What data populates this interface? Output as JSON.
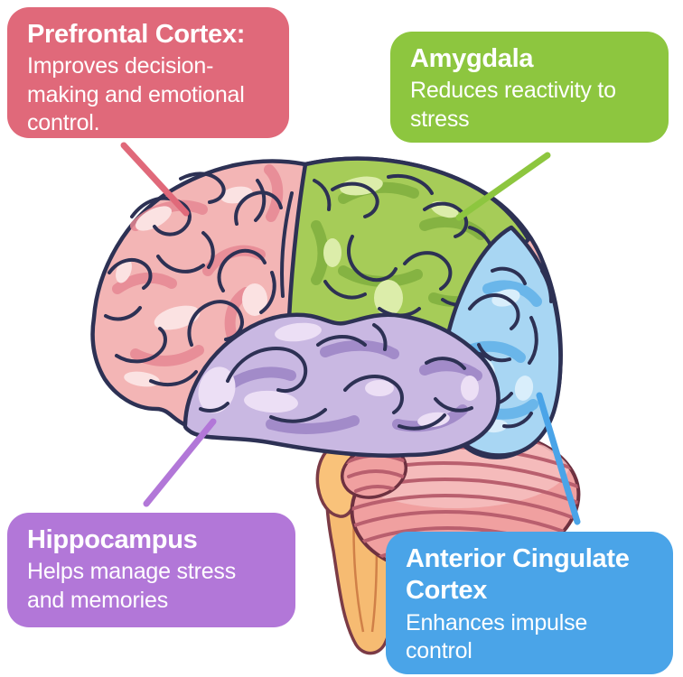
{
  "background": "#ffffff",
  "cards": [
    {
      "id": "prefrontal-cortex",
      "title": "Prefrontal Cortex:",
      "body": "Improves decision-making and emotional control.",
      "color": "#e0697a"
    },
    {
      "id": "amygdala",
      "title": "Amygdala",
      "body": "Reduces reactivity to stress",
      "color": "#8dc63f"
    },
    {
      "id": "hippocampus",
      "title": "Hippocampus",
      "body": "Helps manage stress and memories",
      "color": "#b277d8"
    },
    {
      "id": "anterior-cingulate-cortex",
      "title": "Anterior Cingulate Cortex",
      "body": "Enhances impulse control",
      "color": "#4aa4e8"
    }
  ],
  "brain": {
    "outline_color": "#2d3154",
    "regions": {
      "frontal": {
        "name": "frontal-lobe",
        "color": "#f3b5b5"
      },
      "parietal": {
        "name": "parietal-lobe",
        "color": "#a6cc58"
      },
      "occipital": {
        "name": "occipital-lobe",
        "color": "#a8d6f3"
      },
      "temporal": {
        "name": "temporal-lobe",
        "color": "#c9b8e2"
      },
      "cerebellum": {
        "name": "cerebellum",
        "color": "#f0a0a0"
      },
      "brainstem": {
        "name": "brainstem",
        "color": "#f6bb72"
      }
    }
  }
}
